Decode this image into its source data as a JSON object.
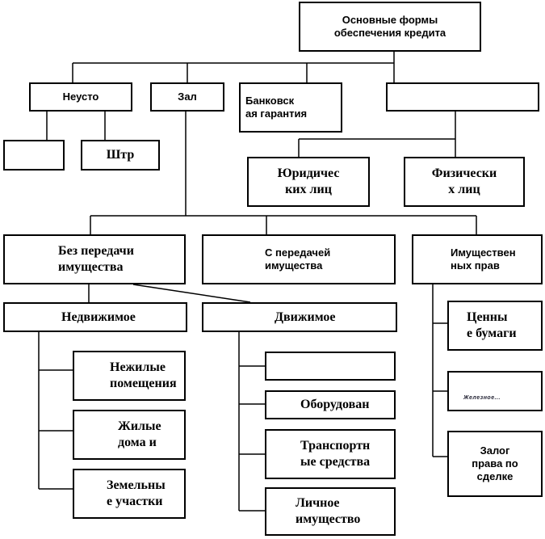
{
  "diagram": {
    "root": "Основные формы\nобеспечения кредита",
    "level1": {
      "neusto": "Неусто",
      "zal": "Зал",
      "bank": "Банковск\nая гарантия",
      "empty": ""
    },
    "neusto_children": {
      "empty": "",
      "shtr": "Штр"
    },
    "guarantee_children": {
      "legal": "Юридичес\nких лиц",
      "physical": "Физически\nх лиц"
    },
    "pledge_types": {
      "no_transfer": "Без передачи\nимущества",
      "with_transfer": "С передачей\nимущества",
      "property_rights": "Имуществен\nных прав"
    },
    "real_estate": {
      "title": "Недвижимое",
      "items": [
        "Нежилые\nпомещения",
        "Жилые\nдома и",
        "Земельны\nе участки"
      ]
    },
    "movable": {
      "title": "Движимое",
      "items": [
        "",
        "Оборудован",
        "Транспортн\nые средства",
        "Личное\nимущество"
      ]
    },
    "rights": {
      "items": [
        "Ценны\nе бумаги",
        "Жeлeзнoe..."
      ]
    },
    "rights_last": "Залог\nправа по\nсделке"
  }
}
